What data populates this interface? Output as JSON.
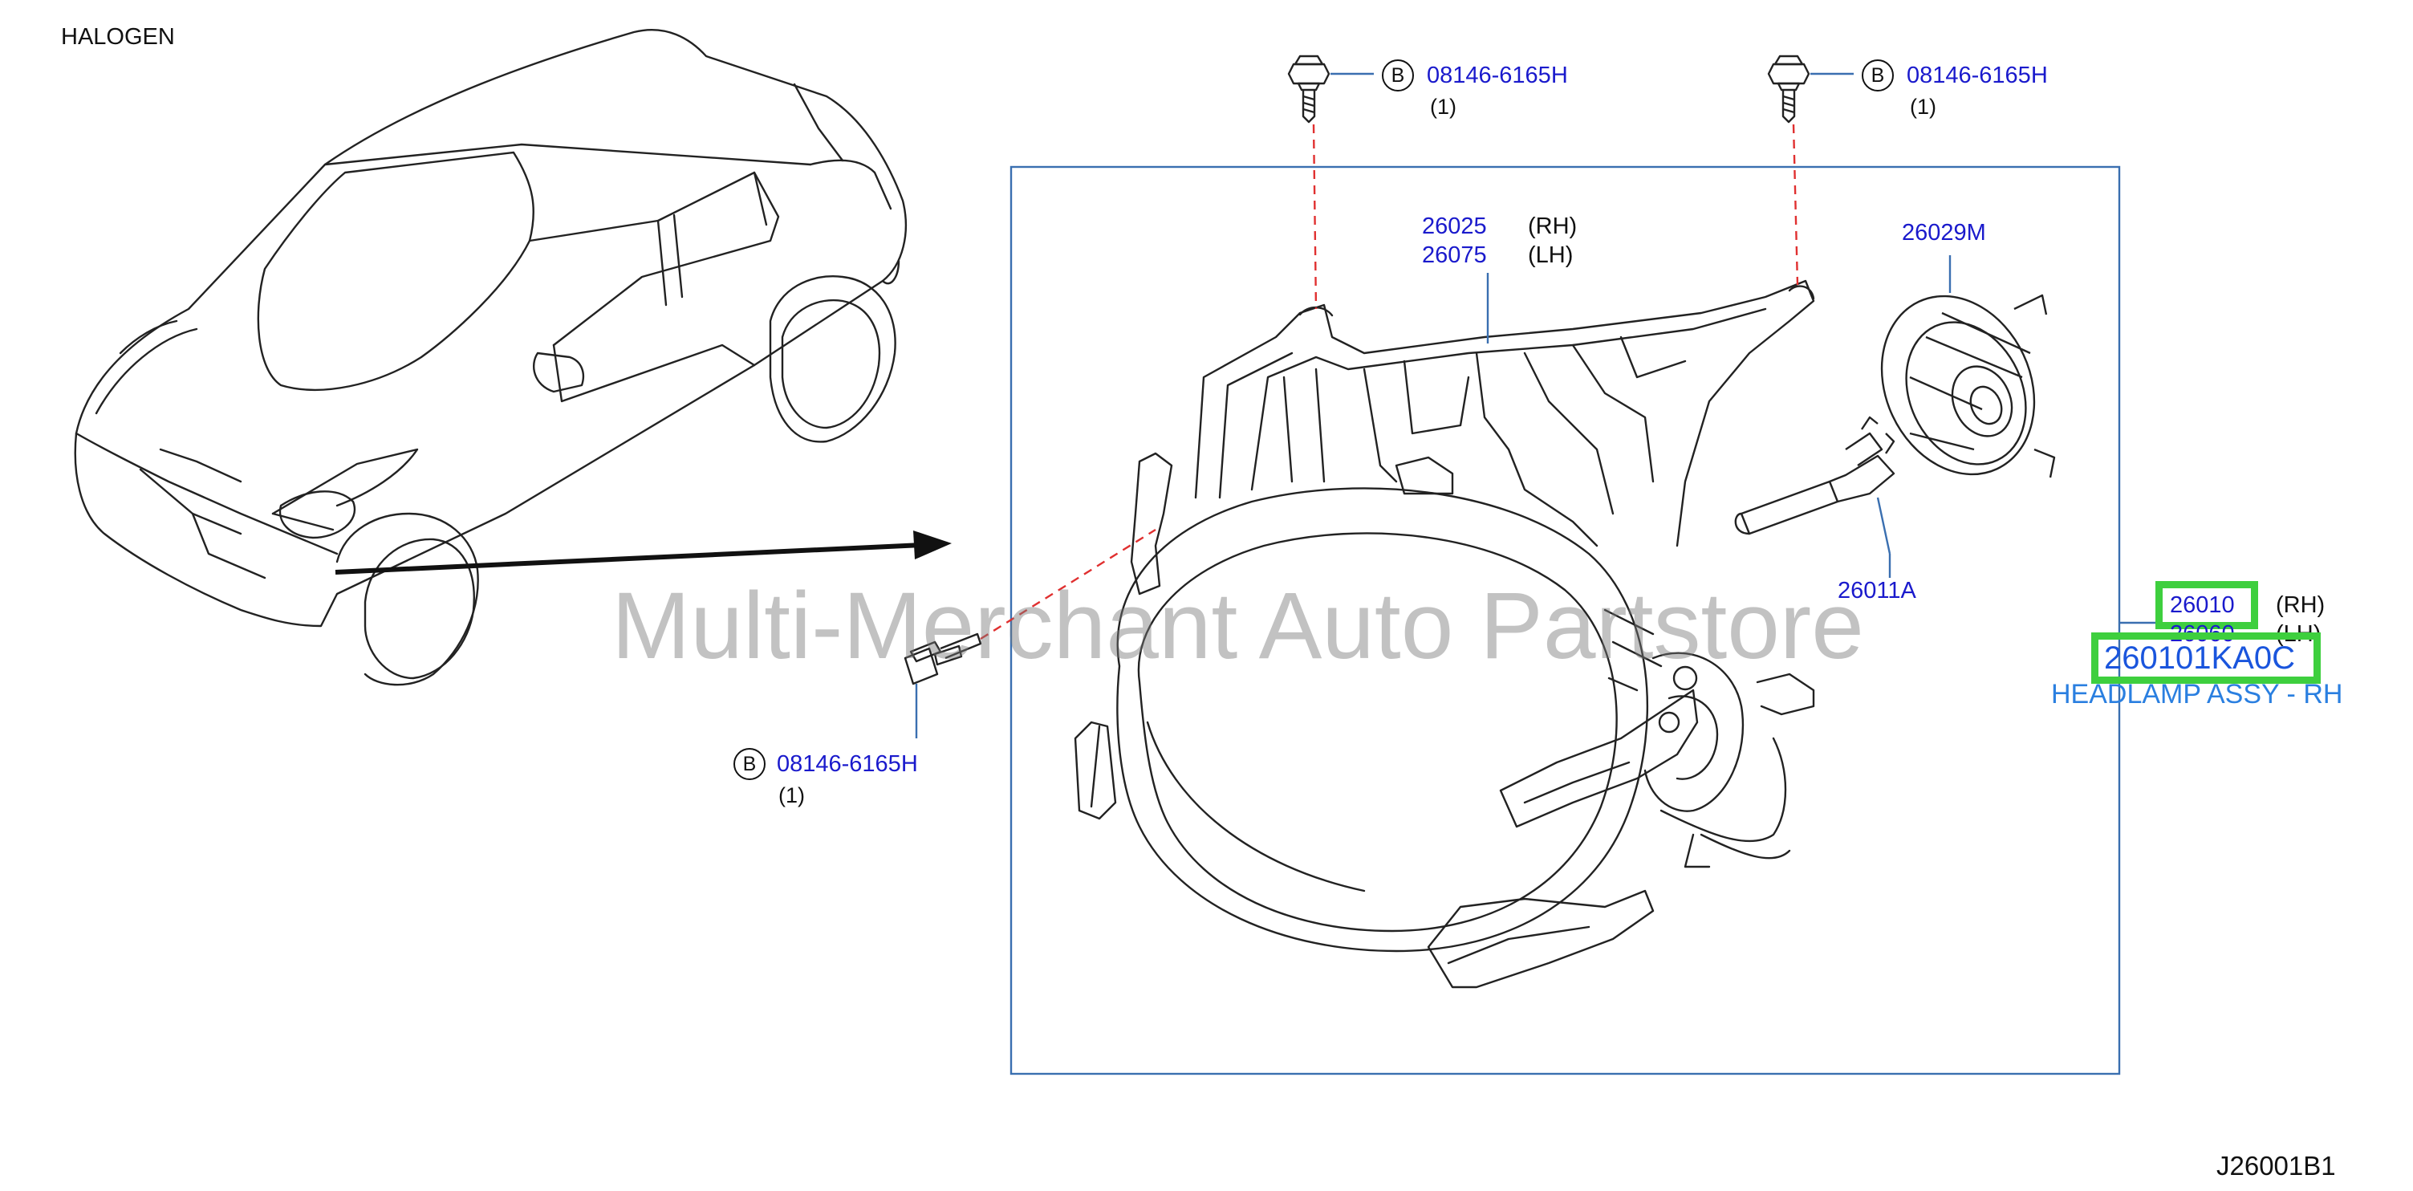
{
  "header": {
    "variant": "HALOGEN"
  },
  "watermark": "Multi-Merchant Auto Partstore",
  "diagram_code": "J26001B1",
  "callouts": {
    "bolt_top_left": {
      "circle": "B",
      "part": "08146-6165H",
      "qty": "(1)"
    },
    "bolt_top_right": {
      "circle": "B",
      "part": "08146-6165H",
      "qty": "(1)"
    },
    "bolt_left": {
      "circle": "B",
      "part": "08146-6165H",
      "qty": "(1)"
    },
    "housing": {
      "part_rh": "26025",
      "side_rh": "(RH)",
      "part_lh": "26075",
      "side_lh": "(LH)"
    },
    "socket": {
      "part": "26029M"
    },
    "bulb": {
      "part": "26011A"
    },
    "assembly": {
      "part_rh": "26010",
      "side_rh": "(RH)",
      "part_lh": "26060",
      "side_lh": "(LH)"
    }
  },
  "highlight": {
    "part_number": "260101KA0C",
    "description": "HEADLAMP ASSY - RH",
    "color": "#3ecf3e"
  },
  "colors": {
    "part_label": "#1a1acc",
    "leader_dashed": "#e03030",
    "frame": "#3a6fb0"
  }
}
